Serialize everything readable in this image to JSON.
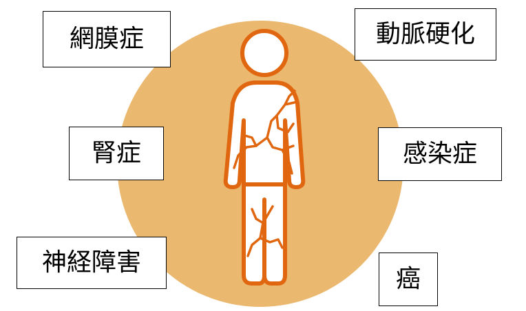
{
  "colors": {
    "circle": "#EBB86F",
    "figure_stroke": "#E0660F",
    "label_border": "#000000",
    "label_background": "#FFFFFF"
  },
  "labels": {
    "retinopathy": "網膜症",
    "arteriosclerosis": "動脈硬化",
    "nephropathy": "腎症",
    "infection": "感染症",
    "neuropathy": "神経障害",
    "cancer": "癌"
  }
}
